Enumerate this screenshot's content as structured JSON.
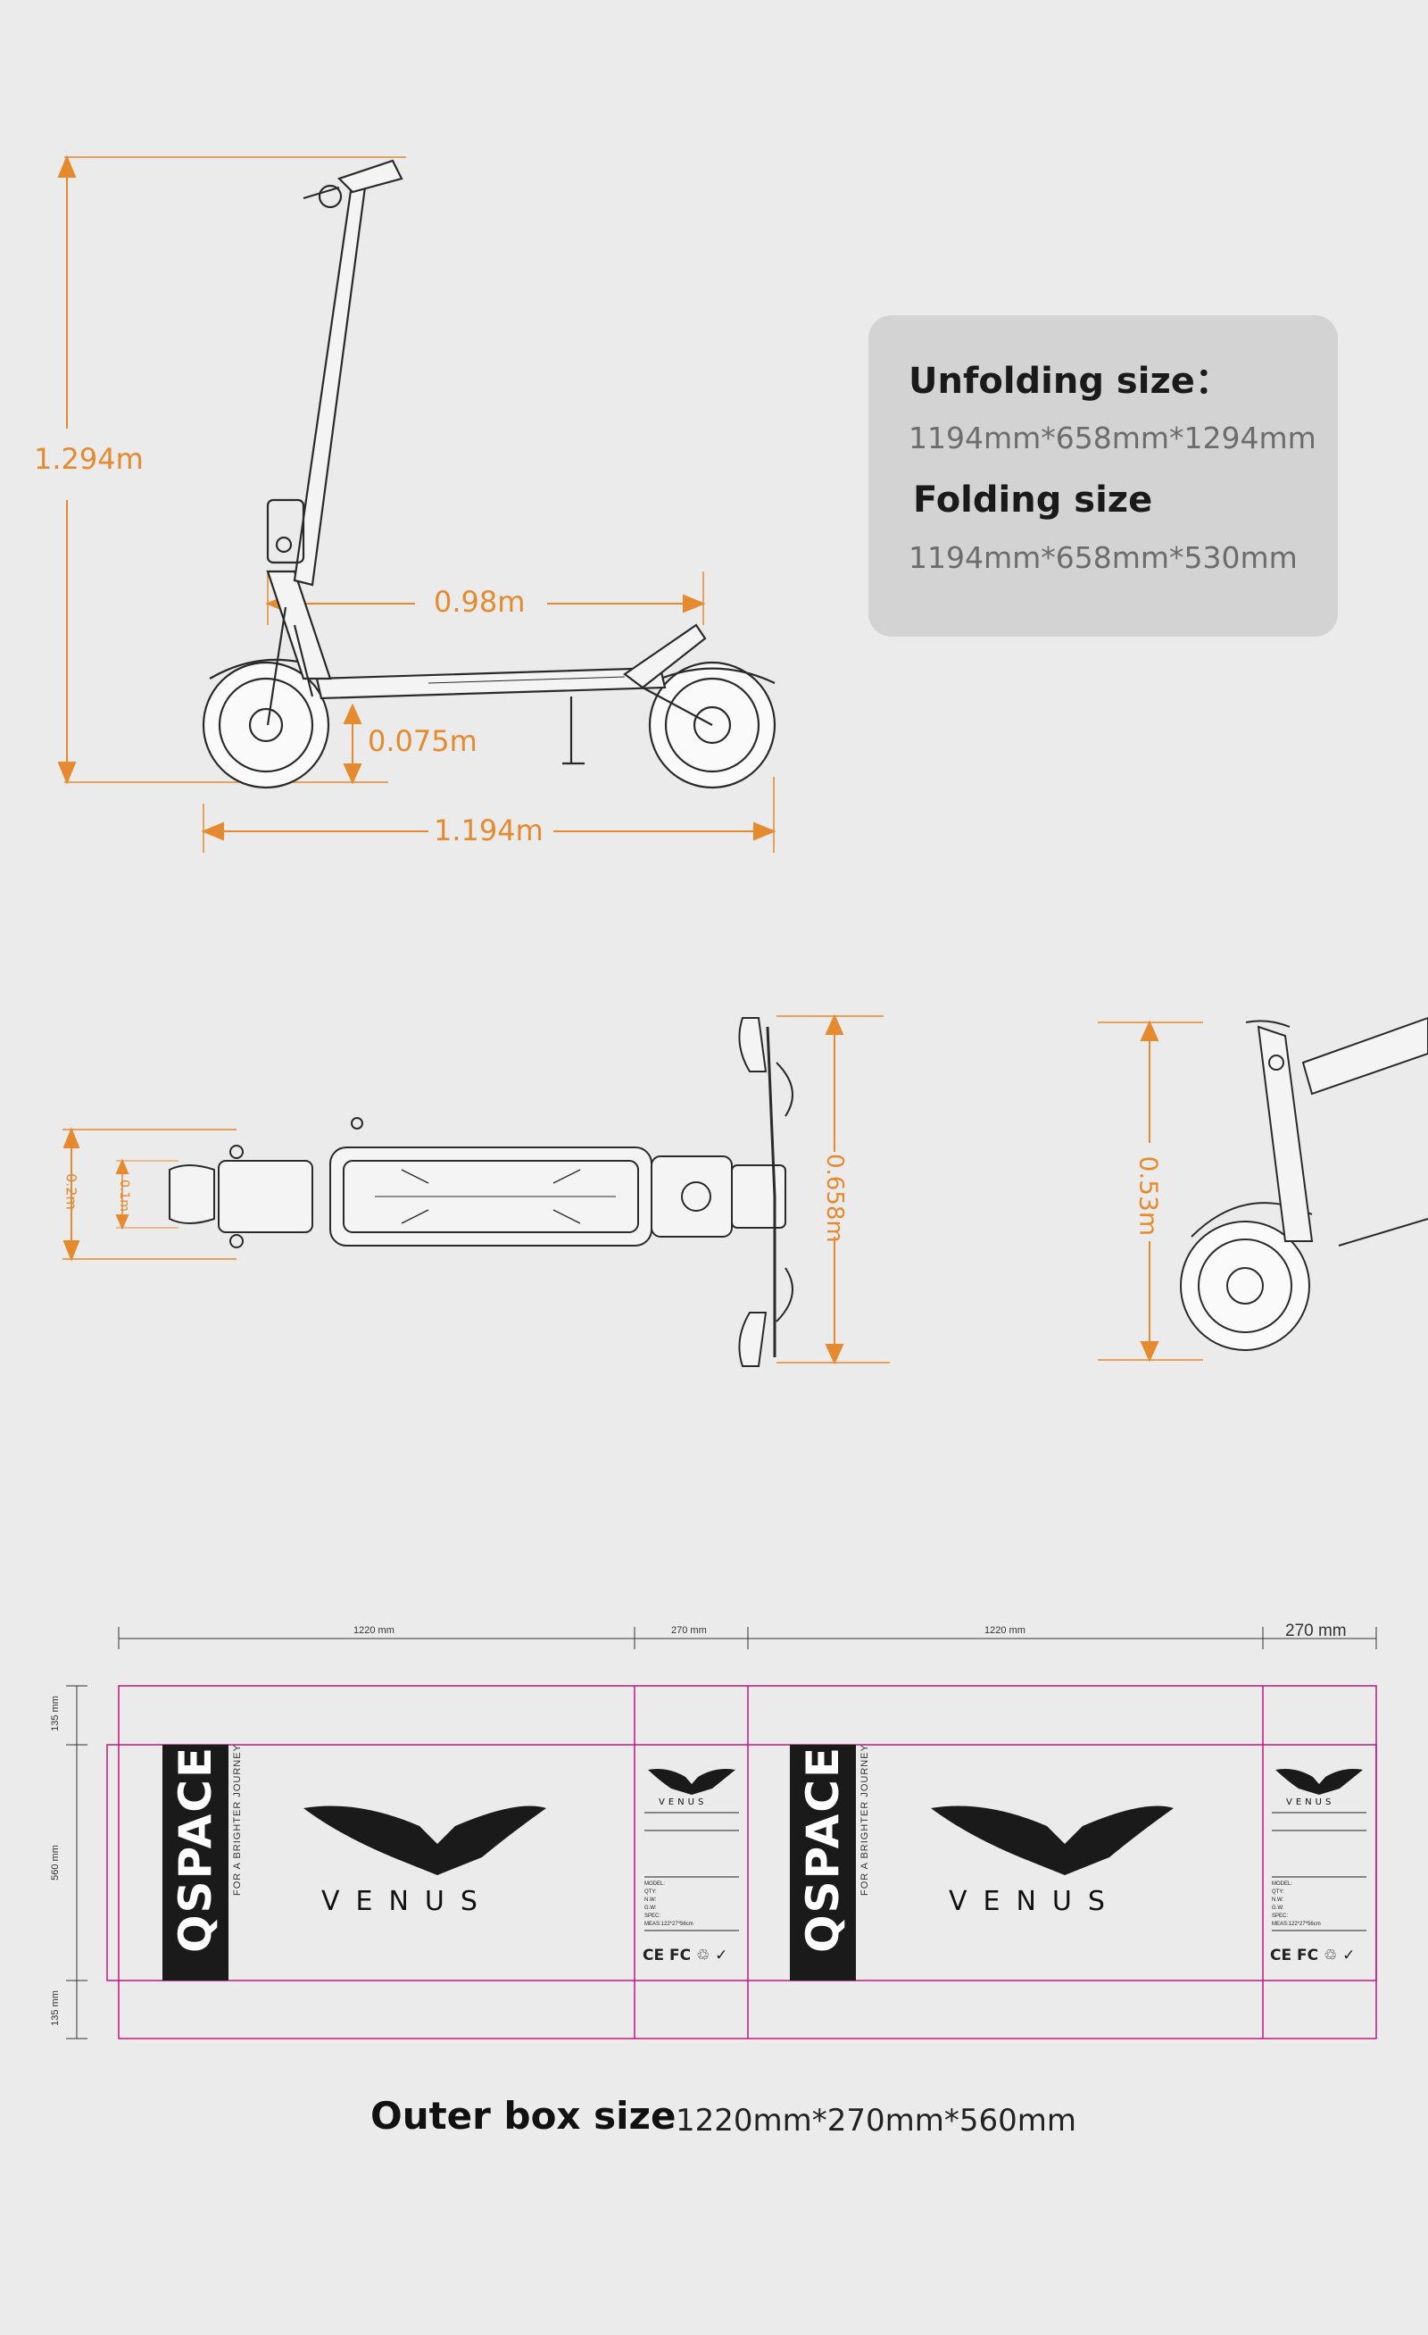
{
  "dimensions": {
    "height_total": "1.294m",
    "wheelbase": "0.98m",
    "ground_clearance": "0.075m",
    "length": "1.194m",
    "deck_width_outer": "0.2m",
    "deck_width_inner": "0.1m",
    "handlebar_width": "0.658m",
    "folded_height": "0.53m"
  },
  "info": {
    "unfolding_title": "Unfolding size：",
    "unfolding_value": "1194mm*658mm*1294mm",
    "folding_title": "Folding size",
    "folding_value": "1194mm*658mm*530mm"
  },
  "box": {
    "dims": [
      "1220 mm",
      "270 mm",
      "1220 mm",
      "270 mm"
    ],
    "heights": [
      "135 mm",
      "560 mm",
      "135 mm"
    ],
    "brand": "QSPACE",
    "slogan": "FOR A BRIGHTER JOURNEY",
    "model": "VENUS",
    "certs": "CE FC ♲ ✓",
    "spec_lines": [
      "MODEL:",
      "QTY:",
      "N.W:",
      "G.W:",
      "SPEC:",
      "MEAS:122*27*56cm"
    ],
    "title": "Outer box size",
    "value": "1220mm*270mm*560mm"
  },
  "colors": {
    "background": "#ebebeb",
    "accent": "#e58a2e",
    "box_outline": "#c2187d"
  }
}
